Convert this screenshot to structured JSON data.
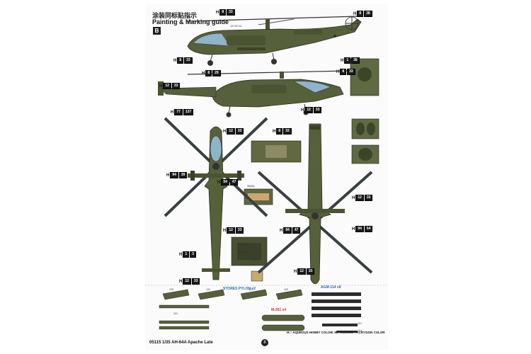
{
  "title_cn": "涂装同标贴指示",
  "title_en": "Painting & Marking guide",
  "section_badge": "B",
  "footer_code": "05115 1/35 AH-64A Apache Late",
  "page_number": "8",
  "labels": {
    "stores_pylon": "STORES PYLON x2",
    "agm": "AGM-114 x8",
    "m261": "M-261 x4"
  },
  "legend": {
    "aqueous": "H□: AQUEOUS HOBBY COLOR",
    "mr": "□: Mr. COLOR",
    "acrysion": "N□: ACRYSION COLOR"
  },
  "callouts": [
    {
      "h": "H",
      "a": "8",
      "b": "33"
    },
    {
      "h": "H",
      "a": "8",
      "b": "38"
    },
    {
      "h": "H",
      "a": "8",
      "b": "33"
    },
    {
      "h": "H",
      "a": "8",
      "b": "29"
    },
    {
      "h": "H",
      "a": "12",
      "b": "33"
    },
    {
      "h": "H",
      "a": "1",
      "b": "38"
    },
    {
      "h": "H",
      "a": "8",
      "b": "33"
    },
    {
      "h": "H",
      "a": "77",
      "b": "137"
    },
    {
      "h": "H",
      "a": "12",
      "b": "33"
    },
    {
      "h": "H",
      "a": "8",
      "b": "33"
    },
    {
      "h": "H",
      "a": "12",
      "b": "33"
    },
    {
      "h": "H",
      "a": "94",
      "b": "39"
    },
    {
      "h": "H",
      "a": "54",
      "b": "47"
    },
    {
      "h": "H",
      "a": "12",
      "b": "33"
    },
    {
      "h": "H",
      "a": "1",
      "b": "3"
    },
    {
      "h": "H",
      "a": "12",
      "b": "33"
    },
    {
      "h": "H",
      "a": "94",
      "b": "47"
    },
    {
      "h": "H",
      "a": "94",
      "b": "54"
    },
    {
      "h": "H",
      "a": "12",
      "b": "33"
    },
    {
      "h": "H",
      "a": "12",
      "b": "33"
    }
  ],
  "part_numbers": [
    "12+13+14",
    "101(101)",
    "100(100)",
    "99(99)",
    "98(98)",
    "27+28",
    "123",
    "122",
    "121",
    "120",
    "110",
    "113",
    "114"
  ]
}
